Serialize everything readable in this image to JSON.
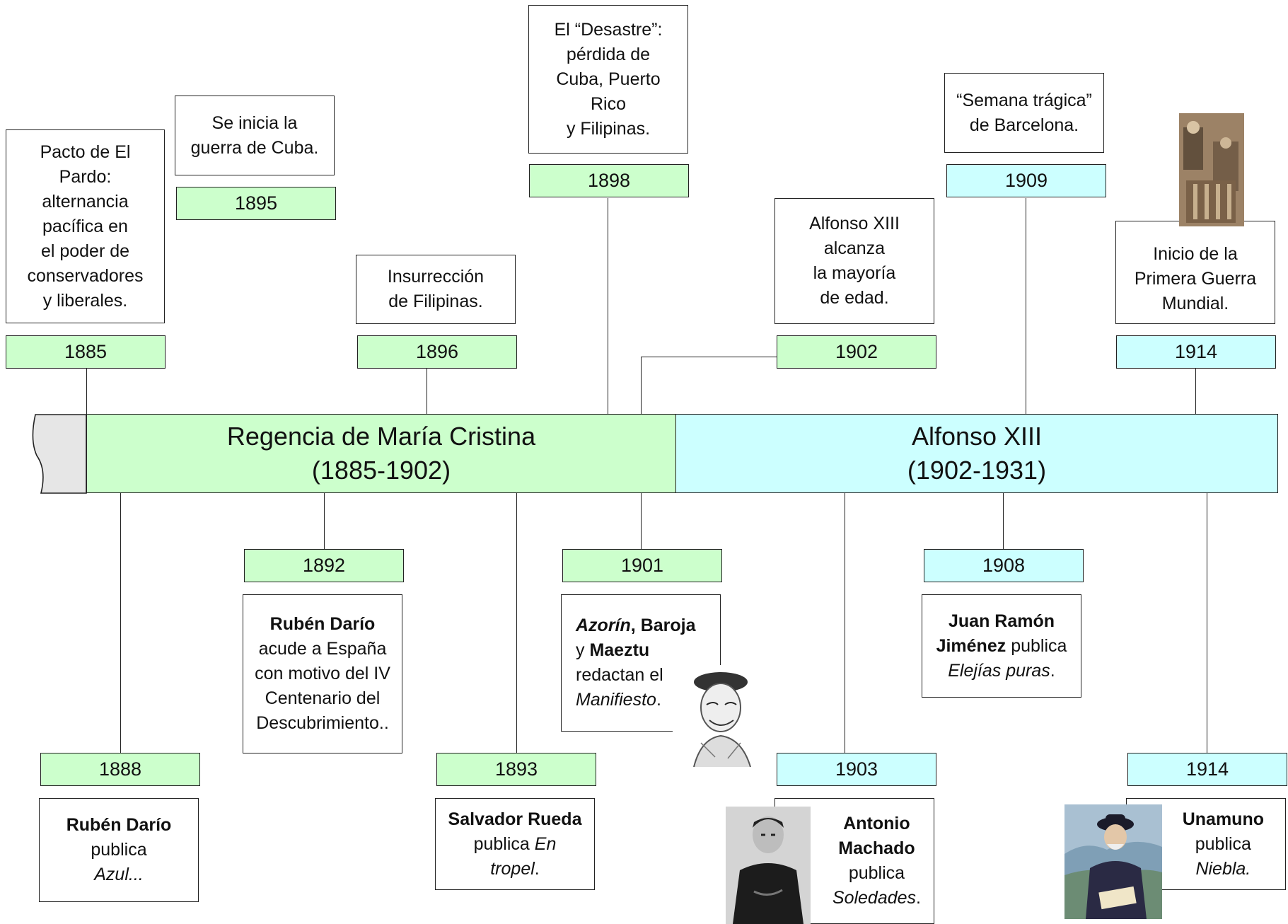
{
  "periods": {
    "regency": {
      "title": "Regencia de María Cristina",
      "range": "(1885-1902)"
    },
    "alfonso": {
      "title": "Alfonso XIII",
      "range": "(1902-1931)"
    }
  },
  "colors": {
    "regency": "#ccffcc",
    "alfonso": "#ccffff",
    "scroll_edge": "#e6e6e6"
  },
  "events_above": [
    {
      "year": "1885",
      "lines": [
        "Pacto de El",
        "Pardo:",
        "alternancia",
        "pacífica en",
        "el poder de",
        "conservadores",
        "y liberales."
      ]
    },
    {
      "year": "1895",
      "lines": [
        "Se inicia la",
        "guerra de Cuba."
      ]
    },
    {
      "year": "1896",
      "lines": [
        "Insurrección",
        "de Filipinas."
      ]
    },
    {
      "year": "1898",
      "lines": [
        "El “Desastre”:",
        "pérdida de",
        "Cuba, Puerto",
        "Rico",
        "y Filipinas."
      ]
    },
    {
      "year": "1902",
      "lines": [
        "Alfonso XIII",
        "alcanza",
        "la mayoría",
        "de edad."
      ]
    },
    {
      "year": "1909",
      "lines": [
        "“Semana trágica”",
        "de Barcelona."
      ]
    },
    {
      "year": "1914",
      "lines": [
        "Inicio de la",
        "Primera Guerra",
        "Mundial."
      ]
    }
  ],
  "events_below": [
    {
      "year": "1888",
      "author": "Rubén Darío",
      "verb": "publica",
      "work": "Azul..."
    },
    {
      "year": "1892",
      "author": "Rubén Darío",
      "lines": [
        "acude a España",
        "con motivo del IV",
        "Centenario del",
        "Descubrimiento.."
      ]
    },
    {
      "year": "1893",
      "author": "Salvador Rueda",
      "verb": "publica",
      "work_a": "En",
      "work_b": "tropel",
      "tail": "."
    },
    {
      "year": "1901",
      "a1": "Azorín",
      "sep1": ", ",
      "a2": "Baroja",
      "y": "y ",
      "a3": "Maeztu",
      "verb": "redactan el",
      "work": "Manifiesto",
      "tail": "."
    },
    {
      "year": "1903",
      "author_a": "Antonio",
      "author_b": "Machado",
      "verb": "publica",
      "work": "Soledades",
      "tail": "."
    },
    {
      "year": "1908",
      "author_a": "Juan Ramón",
      "author_b": "Jiménez",
      "verb": " publica",
      "work": "Elejías puras",
      "tail": "."
    },
    {
      "year": "1914",
      "author": "Unamuno",
      "verb": "publica",
      "work": "Niebla."
    }
  ],
  "images": [
    "sewing-workers-photo",
    "ramiro-de-maeztu-sketch",
    "antonio-machado-photo",
    "unamuno-portrait"
  ]
}
